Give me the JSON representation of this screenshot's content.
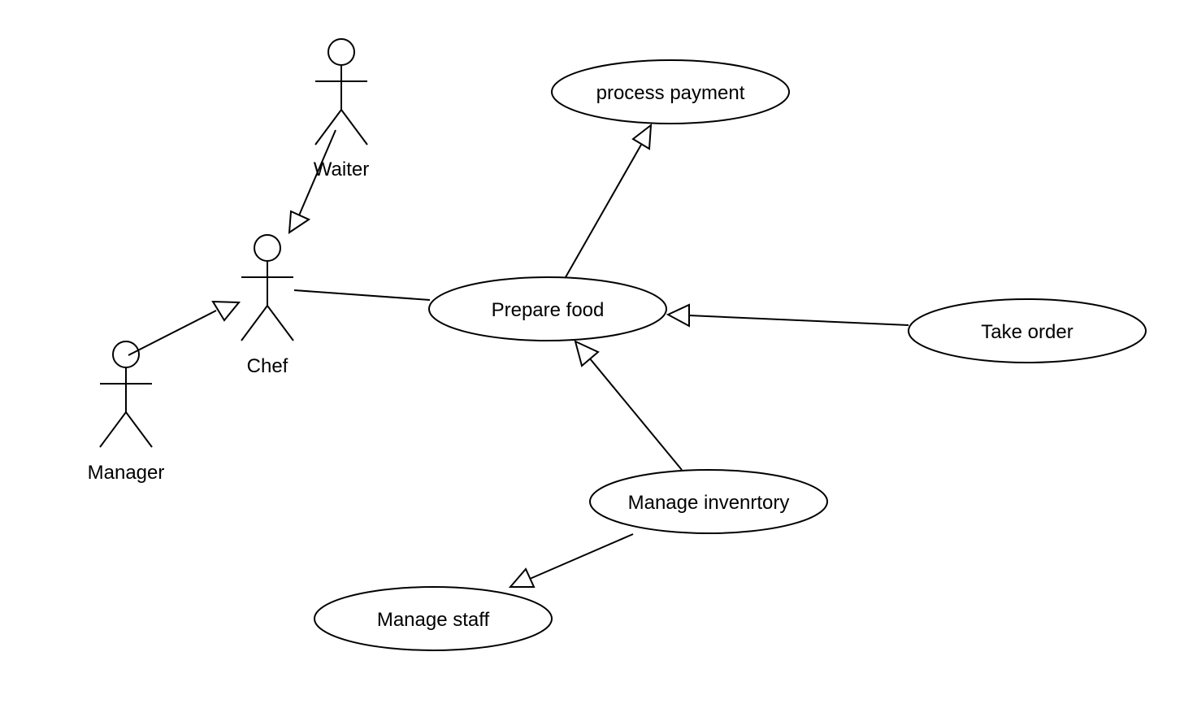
{
  "actors": {
    "waiter": "Waiter",
    "chef": "Chef",
    "manager": "Manager"
  },
  "use_cases": {
    "process_payment": "process payment",
    "prepare_food": "Prepare food",
    "take_order": "Take order",
    "manage_inventory": "Manage invenrtory",
    "manage_staff": "Manage staff"
  }
}
